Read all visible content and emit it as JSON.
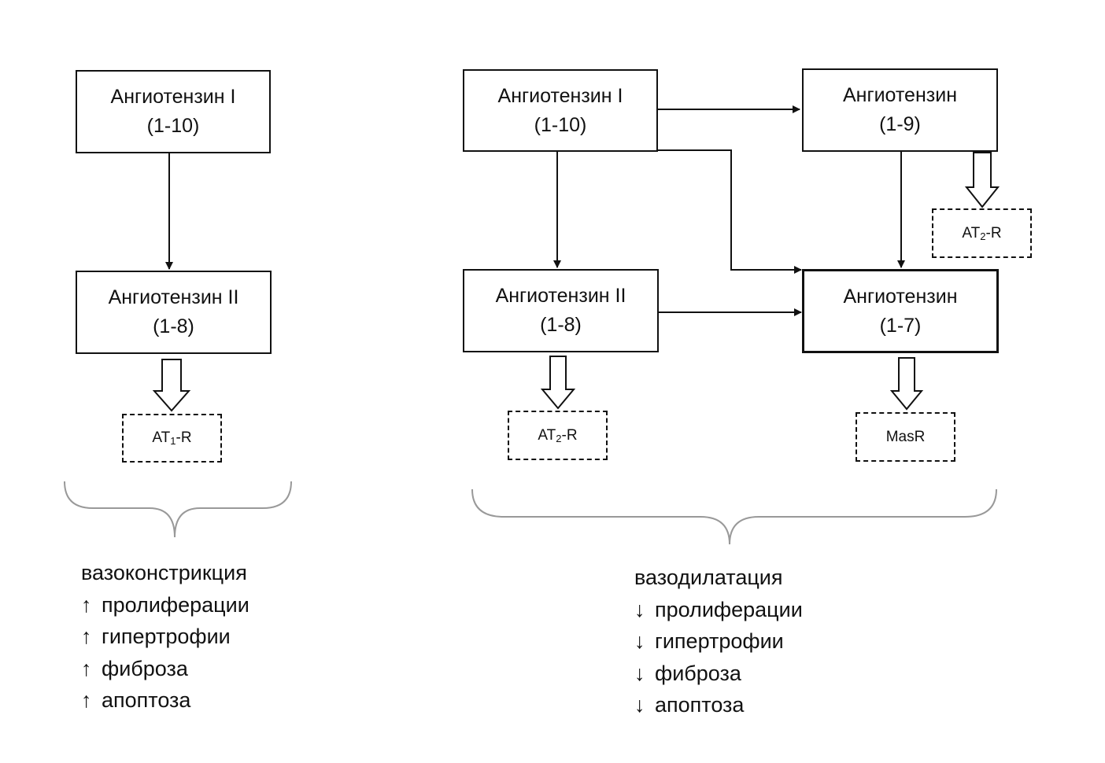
{
  "left": {
    "ang1": {
      "name": "Ангиотензин I",
      "seq": "(1-10)"
    },
    "ang2": {
      "name": "Ангиотензин II",
      "seq": "(1-8)"
    },
    "receptor": {
      "pre": "AT",
      "sub": "1",
      "post": "-R"
    },
    "effects": [
      {
        "arrow": "",
        "text": "вазоконстрикция"
      },
      {
        "arrow": "↑",
        "text": "пролиферации"
      },
      {
        "arrow": "↑",
        "text": "гипертрофии"
      },
      {
        "arrow": "↑",
        "text": "фиброза"
      },
      {
        "arrow": "↑",
        "text": "апоптоза"
      }
    ]
  },
  "right": {
    "ang1": {
      "name": "Ангиотензин I",
      "seq": "(1-10)"
    },
    "ang19": {
      "name": "Ангиотензин",
      "seq": "(1-9)"
    },
    "ang2": {
      "name": "Ангиотензин II",
      "seq": "(1-8)"
    },
    "ang17": {
      "name": "Ангиотензин",
      "seq": "(1-7)"
    },
    "receptor_ang19": {
      "pre": "AT",
      "sub": "2",
      "post": "-R"
    },
    "receptor_ang2": {
      "pre": "AT",
      "sub": "2",
      "post": "-R"
    },
    "receptor_ang17": {
      "label": "MasR"
    },
    "effects": [
      {
        "arrow": "",
        "text": "вазодилатация"
      },
      {
        "arrow": "↓",
        "text": "пролиферации"
      },
      {
        "arrow": "↓",
        "text": "гипертрофии"
      },
      {
        "arrow": "↓",
        "text": "фиброза"
      },
      {
        "arrow": "↓",
        "text": "апоптоза"
      }
    ]
  },
  "colors": {
    "line": "#111111",
    "brace": "#999999"
  }
}
